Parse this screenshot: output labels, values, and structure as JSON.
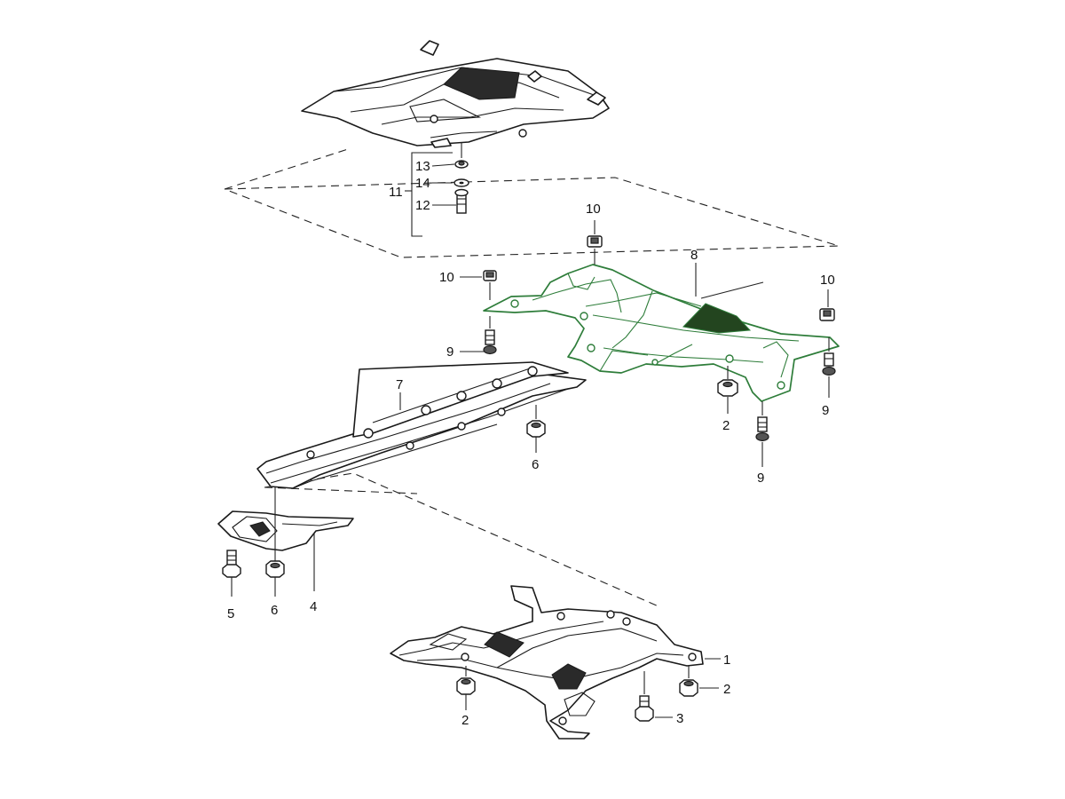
{
  "diagram": {
    "callouts": {
      "c1": "1",
      "c2a": "2",
      "c2b": "2",
      "c2c": "2",
      "c3": "3",
      "c4": "4",
      "c5": "5",
      "c6a": "6",
      "c6b": "6",
      "c7": "7",
      "c8": "8",
      "c9a": "9",
      "c9b": "9",
      "c9c": "9",
      "c10a": "10",
      "c10b": "10",
      "c10c": "10",
      "c11": "11",
      "c12": "12",
      "c13": "13",
      "c14": "14"
    },
    "colors": {
      "highlight": "#2e7d3a",
      "line": "#1a1a1a",
      "background": "#ffffff"
    }
  }
}
